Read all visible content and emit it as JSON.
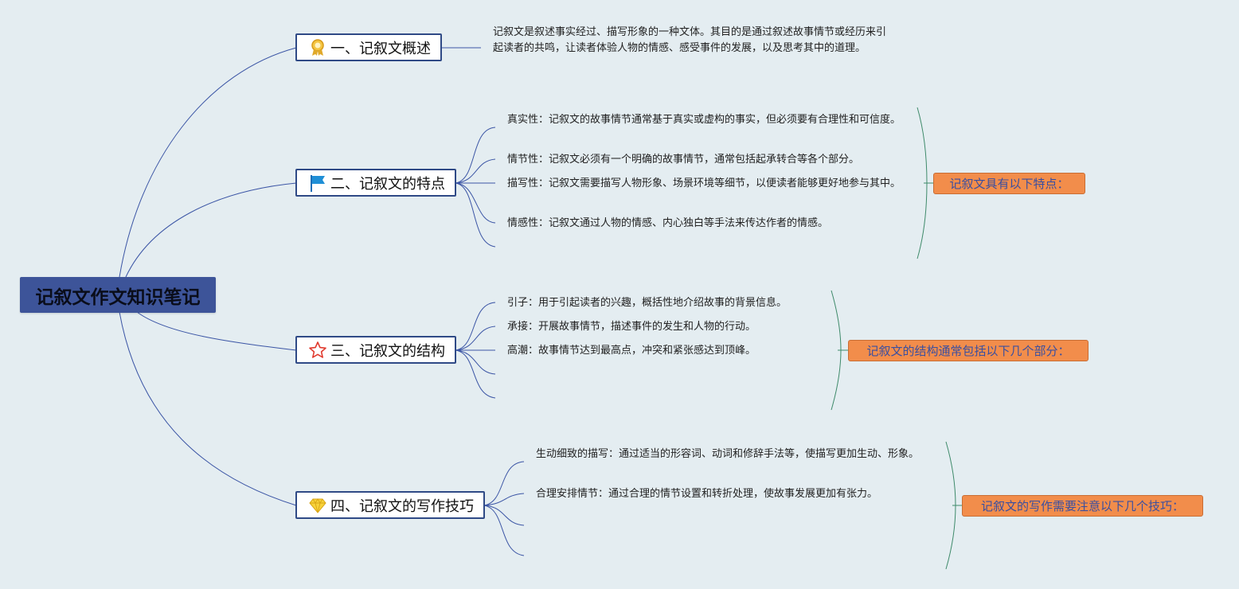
{
  "root": {
    "title": "记叙文作文知识笔记"
  },
  "topics": [
    {
      "label": "一、记叙文概述",
      "icon": "award-ribbon-icon"
    },
    {
      "label": "二、记叙文的特点",
      "icon": "blue-flag-icon"
    },
    {
      "label": "三、记叙文的结构",
      "icon": "red-star-icon"
    },
    {
      "label": "四、记叙文的写作技巧",
      "icon": "gem-icon"
    }
  ],
  "overview": {
    "text": "记叙文是叙述事实经过、描写形象的一种文体。其目的是通过叙述故事情节或经历来引起读者的共鸣，让读者体验人物的情感、感受事件的发展，以及思考其中的道理。"
  },
  "features": {
    "items": [
      "真实性：记叙文的故事情节通常基于真实或虚构的事实，但必须要有合理性和可信度。",
      "情节性：记叙文必须有一个明确的故事情节，通常包括起承转合等各个部分。",
      "描写性：记叙文需要描写人物形象、场景环境等细节，以便读者能够更好地参与其中。",
      "情感性：记叙文通过人物的情感、内心独白等手法来传达作者的情感。"
    ],
    "summary": "记叙文具有以下特点："
  },
  "structure": {
    "items": [
      "引子：用于引起读者的兴趣，概括性地介绍故事的背景信息。",
      "承接：开展故事情节，描述事件的发生和人物的行动。",
      "高潮：故事情节达到最高点，冲突和紧张感达到顶峰。"
    ],
    "summary": "记叙文的结构通常包括以下几个部分："
  },
  "techniques": {
    "items": [
      "生动细致的描写：通过适当的形容词、动词和修辞手法等，使描写更加生动、形象。",
      "合理安排情节：通过合理的情节设置和转折处理，使故事发展更加有张力。"
    ],
    "summary": "记叙文的写作需要注意以下几个技巧："
  },
  "colors": {
    "background": "#e4edf1",
    "root_fill": "#3d5499",
    "connector": "#3b55a5",
    "summary_brace": "#3e8a6a",
    "summary_fill": "#f28d4b",
    "summary_text": "#3a4fa0"
  }
}
